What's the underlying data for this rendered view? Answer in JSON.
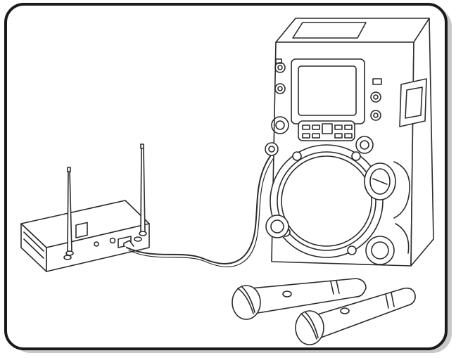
{
  "figure": {
    "panel_style": "rounded-frame-with-drop-shadow",
    "line_color": "#2b2b2b",
    "frame_color": "#1a1a1a",
    "shadow_color": "#9a9a9a",
    "background": "#ffffff"
  },
  "components": [
    {
      "key": "receiver",
      "icon": "wireless-receiver-icon",
      "antennas": 2
    },
    {
      "key": "karaoke-machine",
      "icon": "karaoke-machine-icon"
    },
    {
      "key": "cable",
      "icon": "audio-cable-icon"
    },
    {
      "key": "microphones",
      "icon": "wireless-microphone-icon",
      "count": 2
    }
  ]
}
